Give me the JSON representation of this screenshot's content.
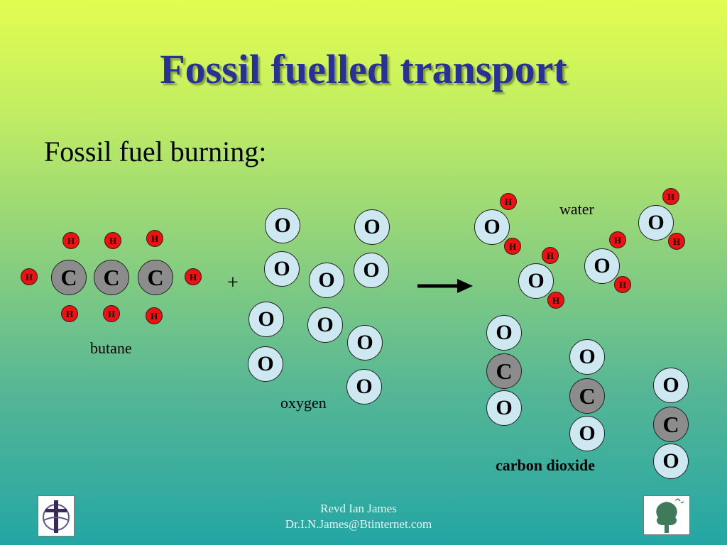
{
  "title": "Fossil fuelled transport",
  "subtitle": "Fossil fuel burning:",
  "plus": "+",
  "atoms": {
    "C": "C",
    "O": "O",
    "H": "H"
  },
  "labels": {
    "butane": "butane",
    "oxygen": "oxygen",
    "water": "water",
    "carbon_dioxide": "carbon dioxide"
  },
  "footer": {
    "name": "Revd Ian James",
    "email": "Dr.I.N.James@Btinternet.com"
  },
  "colors": {
    "title": "#28309a",
    "carbon": "#8c8c8c",
    "oxygen": "#cde8f0",
    "hydrogen": "#f20f0f"
  },
  "icons": [
    "cross-logo-icon",
    "tree-cross-logo-icon",
    "arrow-right-icon"
  ]
}
